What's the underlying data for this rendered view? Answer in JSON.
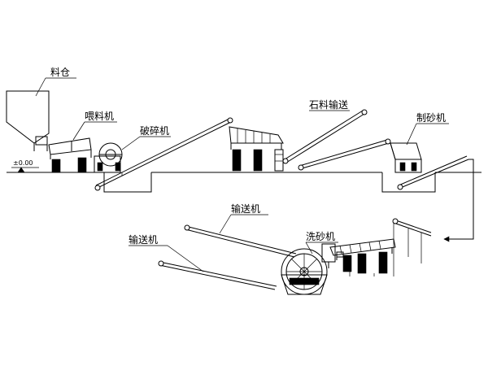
{
  "labels": {
    "hopper": "料仓",
    "feeder": "喂料机",
    "crusher": "破碎机",
    "stone_conveyor": "石料输送",
    "sand_maker": "制砂机",
    "upper_conveyor": "输送机",
    "lower_conveyor": "输送机",
    "sand_washer": "洗砂机",
    "elevation": "±0.00"
  },
  "colors": {
    "line": "#000000",
    "background": "#ffffff"
  }
}
